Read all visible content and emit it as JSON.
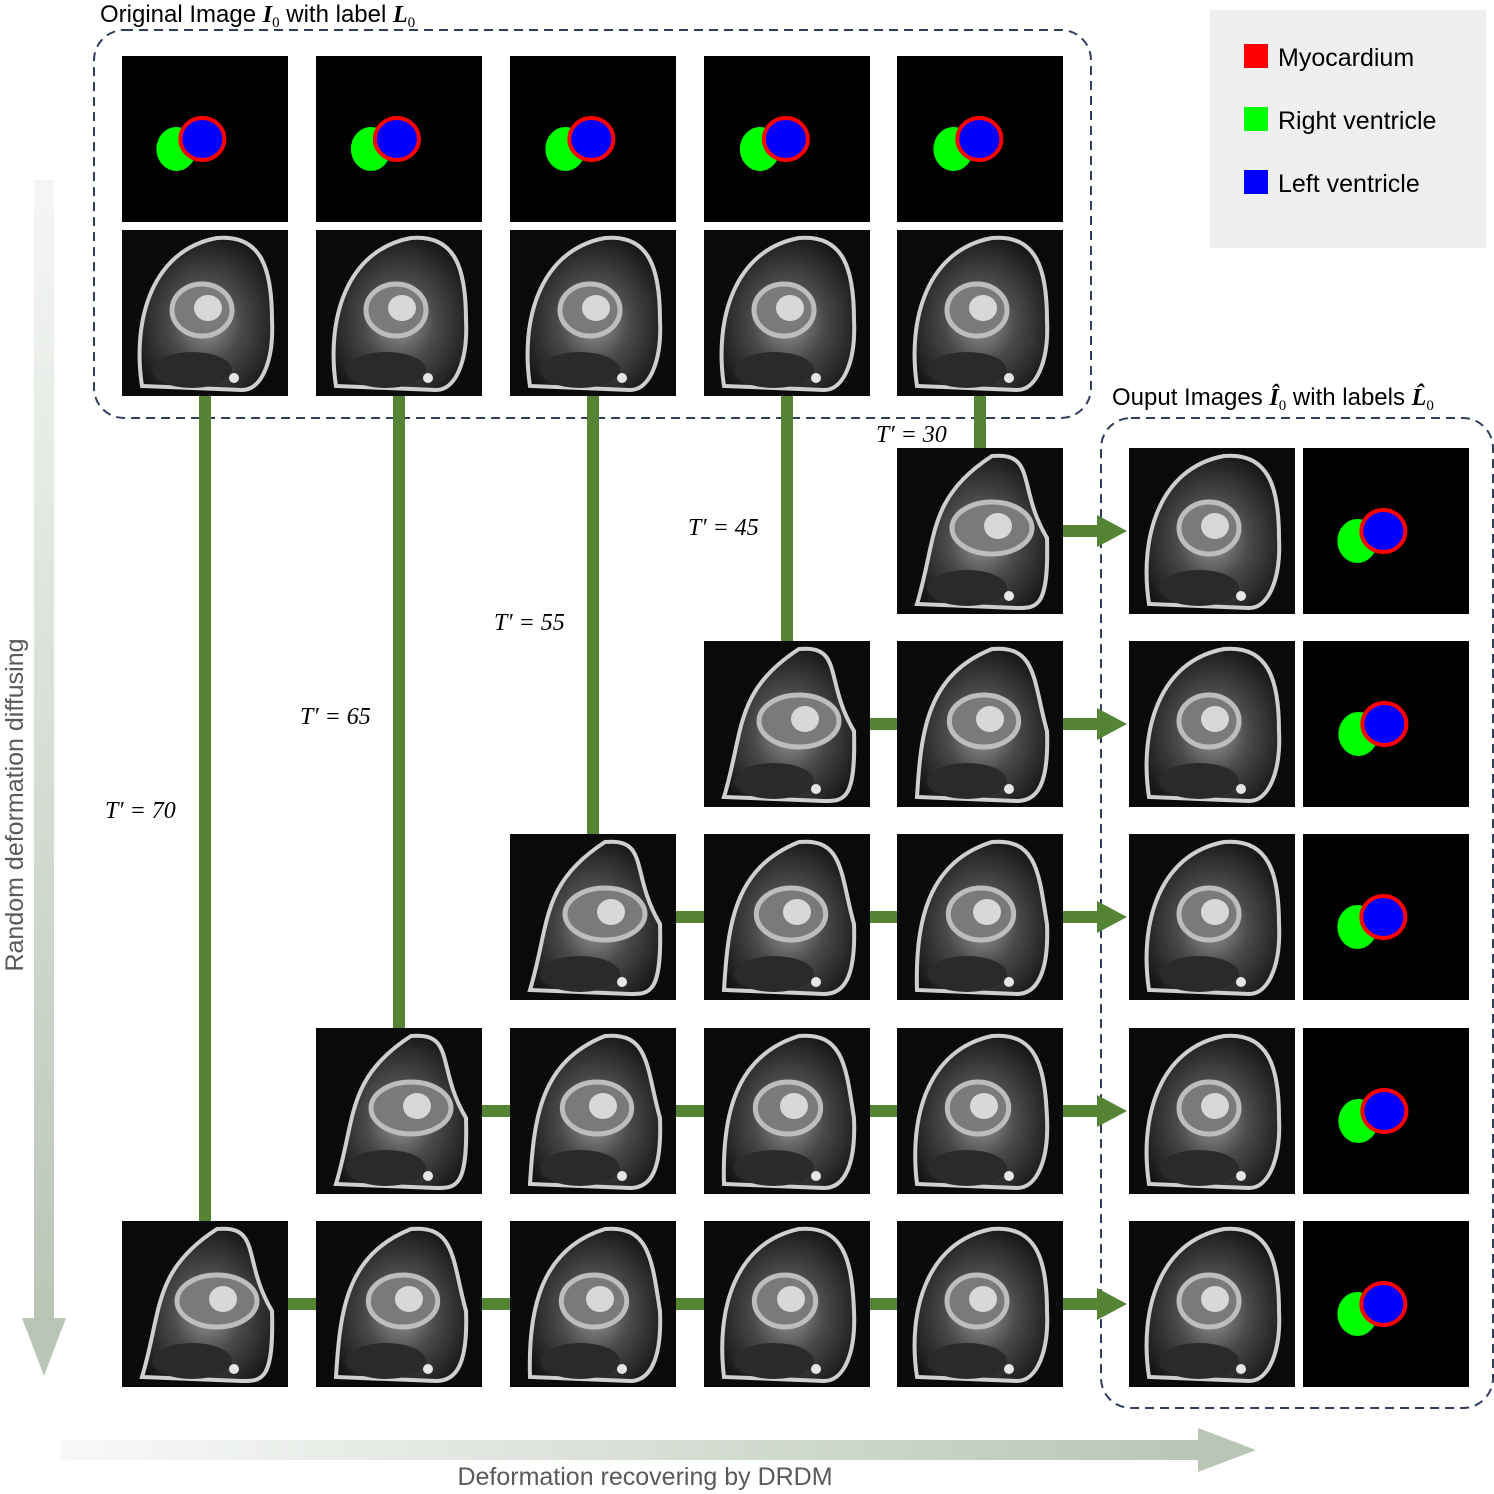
{
  "original_title": {
    "prefix": "Original Image ",
    "img_symbol": "I",
    "img_sub": "0",
    "middle": " with label ",
    "lbl_symbol": "L",
    "lbl_sub": "0"
  },
  "output_title": {
    "prefix": "Ouput Images ",
    "img_symbol": "Î",
    "img_sub": "0",
    "middle": " with labels ",
    "lbl_symbol": "L̂",
    "lbl_sub": "0"
  },
  "legend": {
    "items": [
      {
        "label": "Myocardium",
        "color": "#ff0000"
      },
      {
        "label": "Right ventricle",
        "color": "#00ff00"
      },
      {
        "label": "Left ventricle",
        "color": "#0000ff"
      }
    ]
  },
  "timesteps": [
    {
      "label": "T′ = 70"
    },
    {
      "label": "T′ = 65"
    },
    {
      "label": "T′ = 55"
    },
    {
      "label": "T′ = 45"
    },
    {
      "label": "T′ = 30"
    }
  ],
  "axes": {
    "vertical_label": "Random deformation diffusing",
    "horizontal_label": "Deformation recovering by DRDM"
  },
  "colors": {
    "connector": "#568435",
    "frame": "#2f3e5c",
    "axis_arrow": "#b9c6b6",
    "legend_bg": "#efefef"
  },
  "panel_icons": {
    "label_map": "segmentation-label-icon",
    "mri": "cardiac-mri-slice-icon"
  }
}
